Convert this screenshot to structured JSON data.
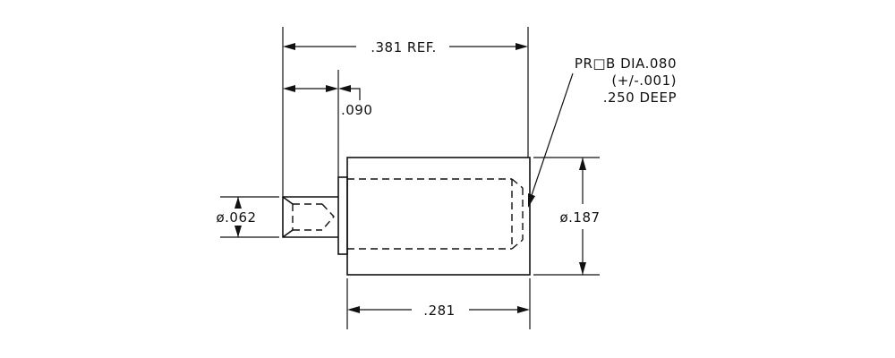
{
  "dimensions": {
    "overall_ref": ".381 REF.",
    "pin_length": ".090",
    "pin_diameter": "ø.062",
    "body_diameter": "ø.187",
    "body_length": ".281"
  },
  "note": {
    "line1": "PR□B DIA.080",
    "line2": "(+/-.001)",
    "line3": ".250 DEEP"
  }
}
